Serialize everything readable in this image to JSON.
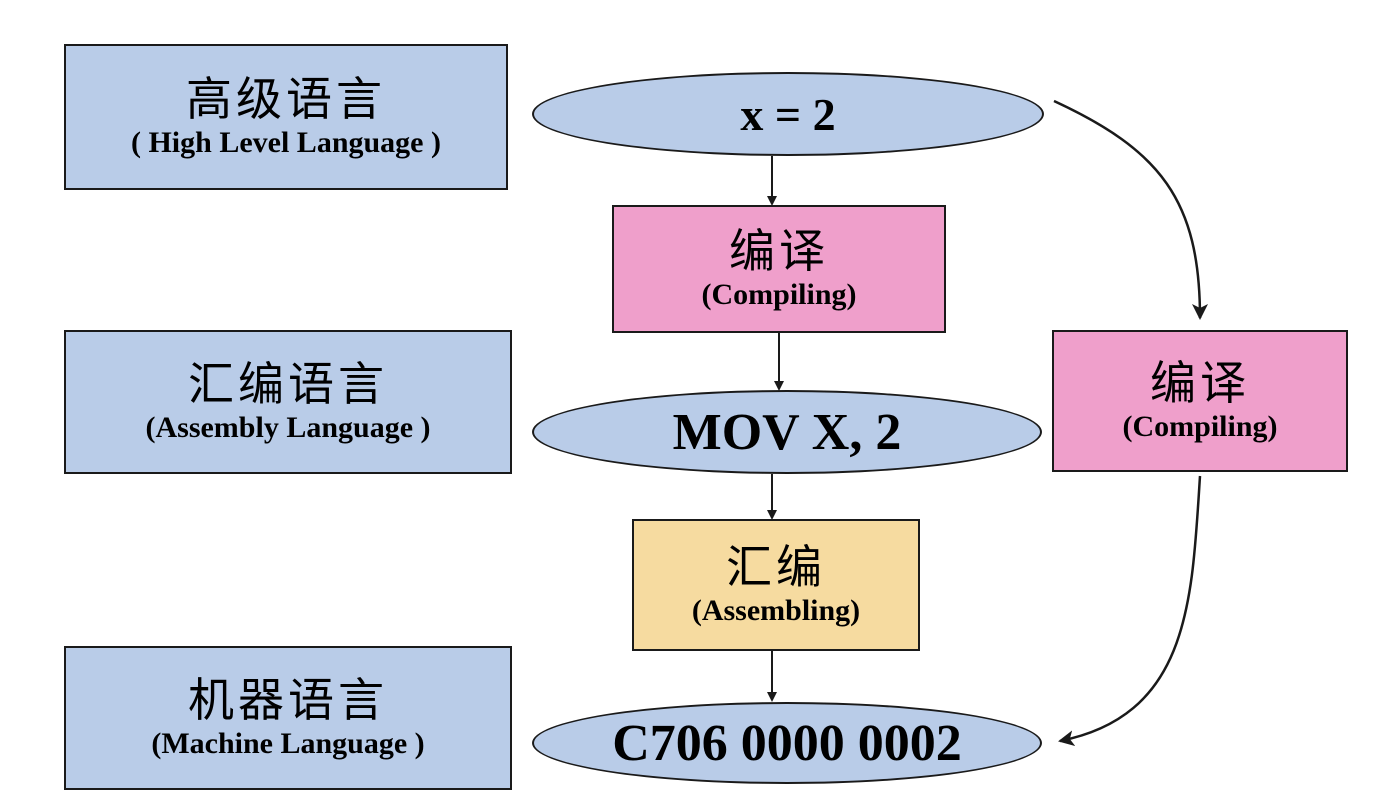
{
  "levels": {
    "high": {
      "zh": "高级语言",
      "en": "( High Level Language )"
    },
    "assembly": {
      "zh": "汇编语言",
      "en": "(Assembly Language )"
    },
    "machine": {
      "zh": "机器语言",
      "en": "(Machine Language )"
    }
  },
  "code": {
    "high": "x = 2",
    "assembly": "MOV X, 2",
    "machine": "C706 0000 0002"
  },
  "steps": {
    "compile": {
      "zh": "编译",
      "en": "(Compiling)"
    },
    "assemble": {
      "zh": "汇编",
      "en": "(Assembling)"
    },
    "compile_direct": {
      "zh": "编译",
      "en": "(Compiling)"
    }
  },
  "colors": {
    "level_box": "#b9cce8",
    "compile_box": "#ef9fcb",
    "assemble_box": "#f6dba0",
    "outline": "#1a1a1a"
  }
}
